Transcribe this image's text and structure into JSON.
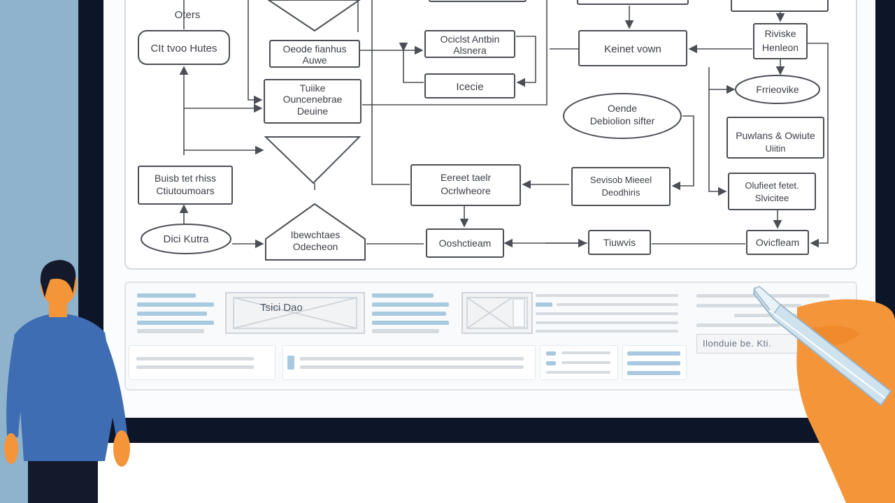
{
  "diagram": {
    "nodes": {
      "top_label": "Oters",
      "n1": "CIt tvoo Hutes",
      "n2": [
        "Oeode fianhus",
        "Auwe"
      ],
      "n3": [
        "Ociclst Antbin",
        "Alsnera"
      ],
      "n4": "Icecie",
      "n5": [
        "Tuiike",
        "Ouncenebrae",
        "Deuine"
      ],
      "n6": "Keinet vown",
      "n7": [
        "Riviske",
        "Henleon"
      ],
      "n8": "Frrieovike",
      "n9": [
        "Oende",
        "Debiolion sifter"
      ],
      "n10": [
        "Puwlans & Owiute",
        "Uiitin"
      ],
      "n11": [
        "Buisb tet rhiss",
        "Ctiutoumoars"
      ],
      "n12": [
        "Eereet taelr",
        "Ocrlwheore"
      ],
      "n13": [
        "Sevisob Mieeel",
        "Deodhiris"
      ],
      "n14": [
        "Olufieet fetet.",
        "Slvicitee"
      ],
      "n15": "Dici Kutra",
      "n16": [
        "Ibewchtaes",
        "Odecheon"
      ],
      "n17": "Ooshctieam",
      "n18": "Tiuwvis",
      "n19": "Ovicfleam"
    }
  },
  "ui_strip": {
    "thumb1_label": "Tsici Dao",
    "footer": "Ilonduie  be. Kti."
  },
  "colors": {
    "wall": "#8fb3cd",
    "bezel": "#0d1528",
    "shirt": "#3f6db3",
    "hand": "#f4953a",
    "stroke": "#4b4f55"
  }
}
